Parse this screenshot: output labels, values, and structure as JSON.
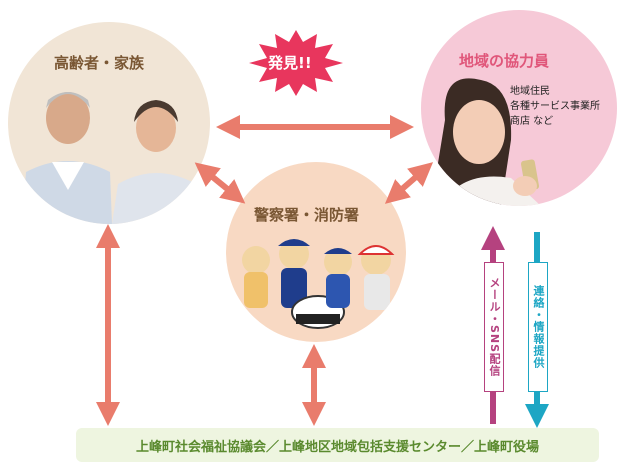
{
  "nodes": {
    "elderly": {
      "title": "高齢者・家族"
    },
    "police": {
      "title": "警察署・消防署"
    },
    "region": {
      "title": "地域の協力員",
      "members": [
        "地域住民",
        "各種サービス事業所",
        "商店 など"
      ]
    }
  },
  "discovery": {
    "label": "発見!!"
  },
  "flows": {
    "mail": {
      "label": "メール・SNS配信"
    },
    "contact": {
      "label": "連絡・情報提供"
    }
  },
  "footer": {
    "text": "上峰町社会福祉協議会／上峰地区地域包括支援センター／上峰町役場"
  },
  "colors": {
    "arrow": "#e97c6c",
    "mail_arrow": "#b5427f",
    "contact_arrow": "#1da6c4",
    "elderly_circle": "#f1e5d6",
    "police_circle": "#f8d9c3",
    "region_circle": "#f6c9d7",
    "burst": "#e8365d",
    "footer_bg": "#eef5e0",
    "footer_text": "#5a8a2e"
  }
}
